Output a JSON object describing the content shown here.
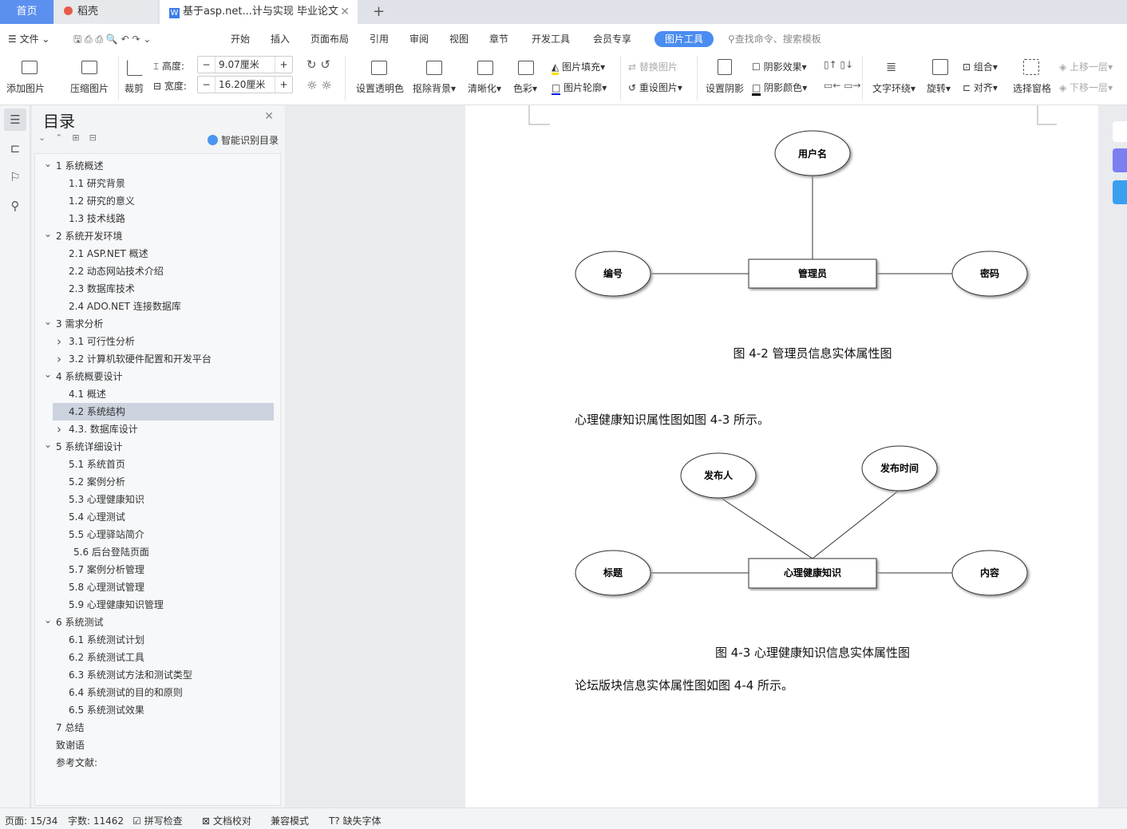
{
  "tabs": {
    "home": "首页",
    "daoke": "稻壳",
    "doc": "基于asp.net...计与实现 毕业论文",
    "new": "+"
  },
  "menu": {
    "file": "文件",
    "items": [
      "开始",
      "插入",
      "页面布局",
      "引用",
      "审阅",
      "视图",
      "章节",
      "开发工具",
      "会员专享"
    ],
    "active": "图片工具",
    "search": "查找命令、搜索模板"
  },
  "ribbon": {
    "add_picture": "添加图片",
    "compress": "压缩图片",
    "crop": "裁剪",
    "height_label": "高度:",
    "height_value": "9.07厘米",
    "width_label": "宽度:",
    "width_value": "16.20厘米",
    "transparent": "设置透明色",
    "remove_bg": "抠除背景",
    "sharpen": "清晰化",
    "color": "色彩",
    "fill": "图片填充",
    "outline": "图片轮廓",
    "replace": "替换图片",
    "reset": "重设图片",
    "shadow": "设置阴影",
    "shadow_effect": "阴影效果",
    "shadow_color": "阴影颜色",
    "wrap": "文字环绕",
    "rotate": "旋转",
    "group": "组合",
    "align": "对齐",
    "select_pane": "选择窗格",
    "bring_forward": "上移一层",
    "send_backward": "下移一层"
  },
  "toc": {
    "title": "目录",
    "smart": "智能识别目录",
    "items": [
      {
        "t": "1  系统概述",
        "l": 0,
        "e": "v"
      },
      {
        "t": "1.1  研究背景",
        "l": 1
      },
      {
        "t": "1.2 研究的意义",
        "l": 1
      },
      {
        "t": "1.3 技术线路",
        "l": 1
      },
      {
        "t": "2  系统开发环境",
        "l": 0,
        "e": "v"
      },
      {
        "t": "2.1 ASP.NET 概述",
        "l": 1
      },
      {
        "t": "2.2 动态网站技术介绍",
        "l": 1
      },
      {
        "t": "2.3  数据库技术",
        "l": 1
      },
      {
        "t": "2.4    ADO.NET 连接数据库",
        "l": 1
      },
      {
        "t": "3  需求分析",
        "l": 0,
        "e": "v"
      },
      {
        "t": "3.1 可行性分析",
        "l": 1,
        "e": ">"
      },
      {
        "t": "3.2 计算机软硬件配置和开发平台",
        "l": 1,
        "e": ">"
      },
      {
        "t": "4 系统概要设计",
        "l": 0,
        "e": "v"
      },
      {
        "t": "4.1  概述",
        "l": 1
      },
      {
        "t": "4.2  系统结构",
        "l": 1,
        "sel": true
      },
      {
        "t": "4.3.  数据库设计",
        "l": 1,
        "e": ">"
      },
      {
        "t": "5 系统详细设计",
        "l": 0,
        "e": "v"
      },
      {
        "t": "5.1  系统首页",
        "l": 1
      },
      {
        "t": "5.2 案例分析",
        "l": 1
      },
      {
        "t": "5.3 心理健康知识",
        "l": 1
      },
      {
        "t": "5.4 心理测试",
        "l": 1
      },
      {
        "t": "5.5 心理驿站简介",
        "l": 1
      },
      {
        "t": "5.6 后台登陆页面",
        "l": 2
      },
      {
        "t": "5.7 案例分析管理",
        "l": 1
      },
      {
        "t": "5.8 心理测试管理",
        "l": 1
      },
      {
        "t": "5.9 心理健康知识管理",
        "l": 1
      },
      {
        "t": "6 系统测试",
        "l": 0,
        "e": "v"
      },
      {
        "t": "6.1 系统测试计划",
        "l": 1
      },
      {
        "t": "6.2  系统测试工具",
        "l": 1
      },
      {
        "t": "6.3 系统测试方法和测试类型",
        "l": 1
      },
      {
        "t": "6.4 系统测试的目的和原则",
        "l": 1
      },
      {
        "t": "6.5 系统测试效果",
        "l": 1
      },
      {
        "t": "7  总结",
        "l": 0
      },
      {
        "t": "致谢语",
        "l": 0
      },
      {
        "t": "参考文献:",
        "l": 0
      }
    ]
  },
  "doc": {
    "fig2": {
      "top": "用户名",
      "left": "编号",
      "center": "管理员",
      "right": "密码",
      "caption": "图 4-2  管理员信息实体属性图"
    },
    "para1": "心理健康知识属性图如图 4-3 所示。",
    "fig3": {
      "top_left": "发布人",
      "top_right": "发布时间",
      "left": "标题",
      "center": "心理健康知识",
      "right": "内容",
      "caption": "图 4-3  心理健康知识信息实体属性图"
    },
    "para2": "论坛版块信息实体属性图如图 4-4 所示。"
  },
  "status": {
    "page": "页面: 15/34",
    "words": "字数: 11462",
    "spell": "拼写检查",
    "proof": "文档校对",
    "compat": "兼容模式",
    "font": "缺失字体"
  }
}
